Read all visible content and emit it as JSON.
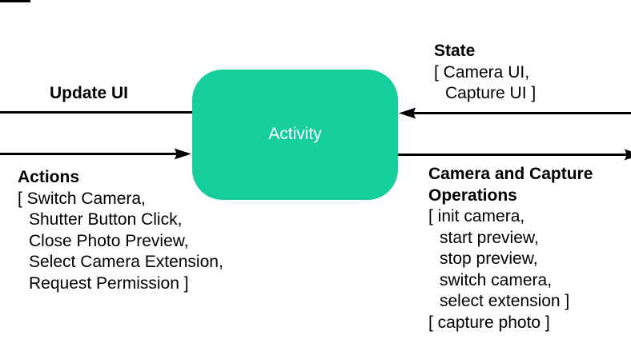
{
  "node": {
    "label": "Activity"
  },
  "colors": {
    "node_bg": "#16ce9b",
    "node_label": "#ffffff",
    "line": "#000000",
    "text": "#000000",
    "canvas_bg": "#ffffff"
  },
  "labels": {
    "update_ui": {
      "title": "Update UI"
    },
    "actions": {
      "title": "Actions",
      "lines": [
        "[ Switch Camera,",
        "Shutter Button Click,",
        "Close Photo Preview,",
        "Select Camera Extension,",
        "Request Permission ]"
      ]
    },
    "state": {
      "title": "State",
      "lines": [
        "[ Camera UI,",
        "Capture UI ]"
      ]
    },
    "camera_ops": {
      "title_lines": [
        "Camera and Capture",
        "Operations"
      ],
      "lines": [
        "[ init camera,",
        "start preview,",
        "stop preview,",
        "switch camera,",
        "select extension ]",
        "[ capture photo ]"
      ]
    }
  },
  "arrows": [
    {
      "name": "update-ui-arrow",
      "direction": "left",
      "from": "activity",
      "to": "off-screen-left"
    },
    {
      "name": "actions-arrow",
      "direction": "right",
      "from": "off-screen-left",
      "to": "activity"
    },
    {
      "name": "state-arrow",
      "direction": "left",
      "from": "off-screen-right",
      "to": "activity"
    },
    {
      "name": "camera-ops-arrow",
      "direction": "right",
      "from": "activity",
      "to": "off-screen-right"
    }
  ]
}
